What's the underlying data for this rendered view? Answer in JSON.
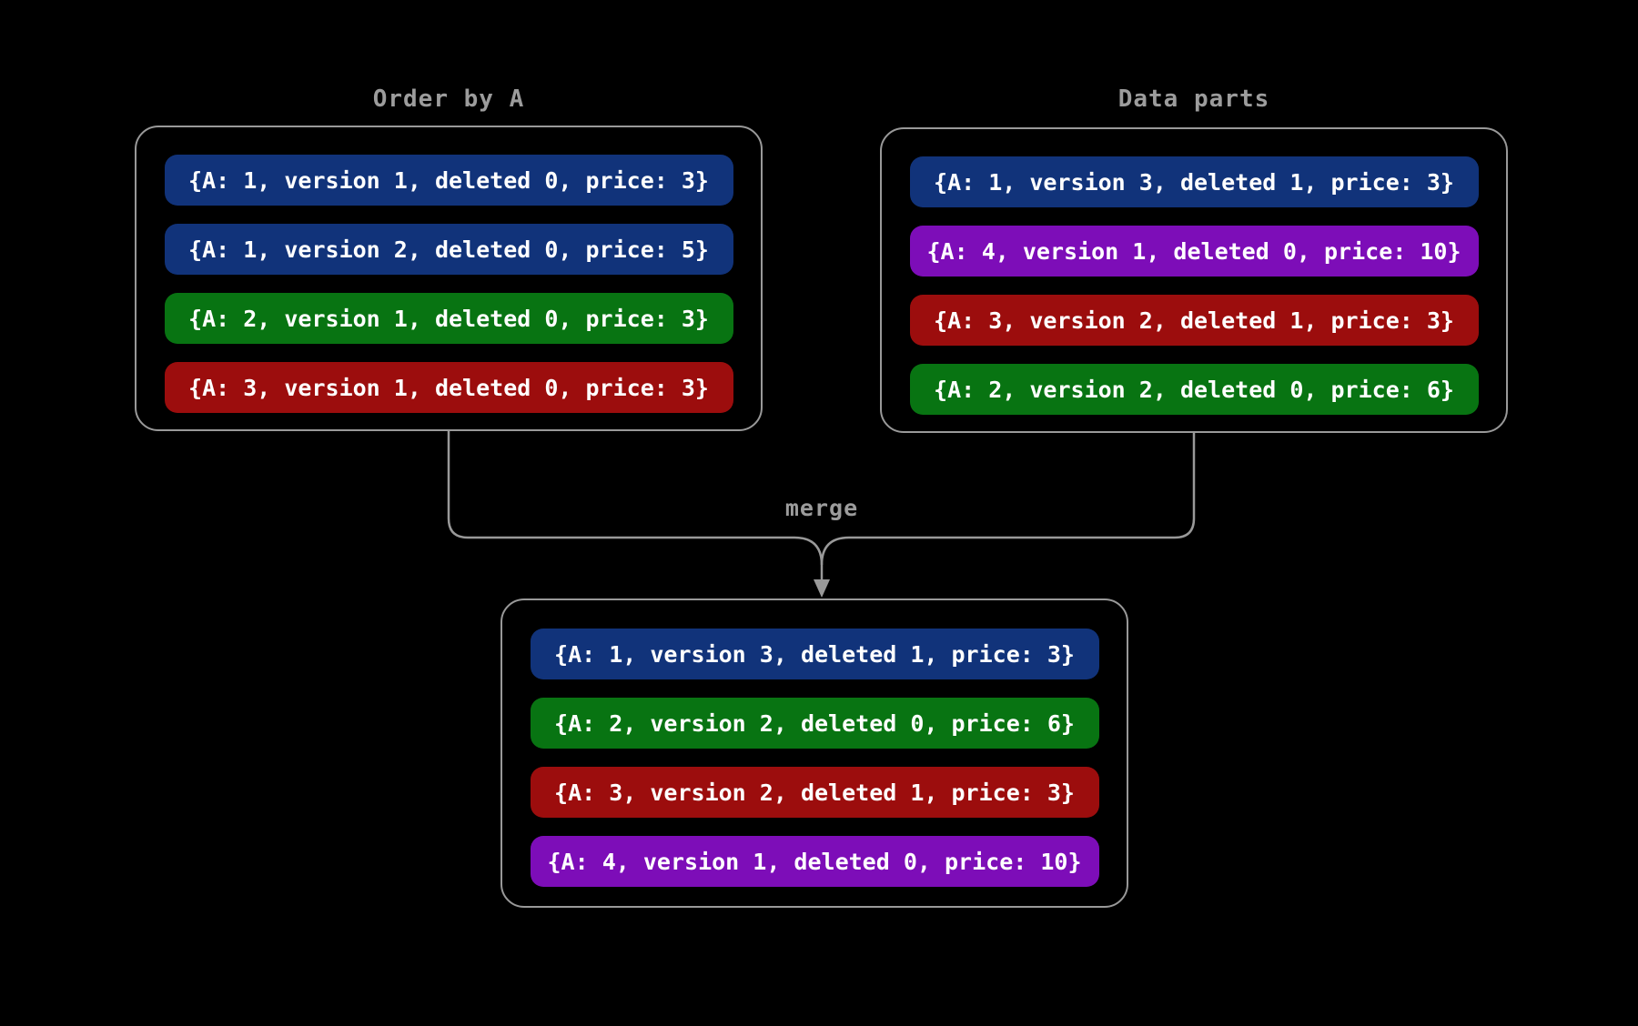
{
  "colors": {
    "background": "#000000",
    "border": "#999999",
    "title-text": "#9c9c9c",
    "row-text": "#ffffff"
  },
  "left_box": {
    "title": "Order by A",
    "rows": [
      {
        "text": "{A: 1, version 1, deleted 0, price: 3}",
        "color": "#11337a"
      },
      {
        "text": "{A: 1, version 2, deleted 0, price: 5}",
        "color": "#11337a"
      },
      {
        "text": "{A: 2, version 1, deleted 0, price: 3}",
        "color": "#087412"
      },
      {
        "text": "{A: 3, version 1, deleted 0, price: 3}",
        "color": "#9c0d0d"
      }
    ]
  },
  "right_box": {
    "title": "Data parts",
    "rows": [
      {
        "text": "{A: 1, version 3, deleted 1, price: 3}",
        "color": "#11337a"
      },
      {
        "text": "{A: 4, version 1, deleted 0, price: 10}",
        "color": "#7d0db8"
      },
      {
        "text": "{A: 3, version 2, deleted 1, price: 3}",
        "color": "#9c0d0d"
      },
      {
        "text": "{A: 2, version 2, deleted 0, price: 6}",
        "color": "#087412"
      }
    ]
  },
  "merge_label": "merge",
  "merged_box": {
    "rows": [
      {
        "text": "{A: 1, version 3, deleted 1, price: 3}",
        "color": "#11337a"
      },
      {
        "text": "{A: 2, version 2, deleted 0, price: 6}",
        "color": "#087412"
      },
      {
        "text": "{A: 3, version 2, deleted 1, price: 3}",
        "color": "#9c0d0d"
      },
      {
        "text": "{A: 4, version 1, deleted 0, price: 10}",
        "color": "#7d0db8"
      }
    ]
  }
}
